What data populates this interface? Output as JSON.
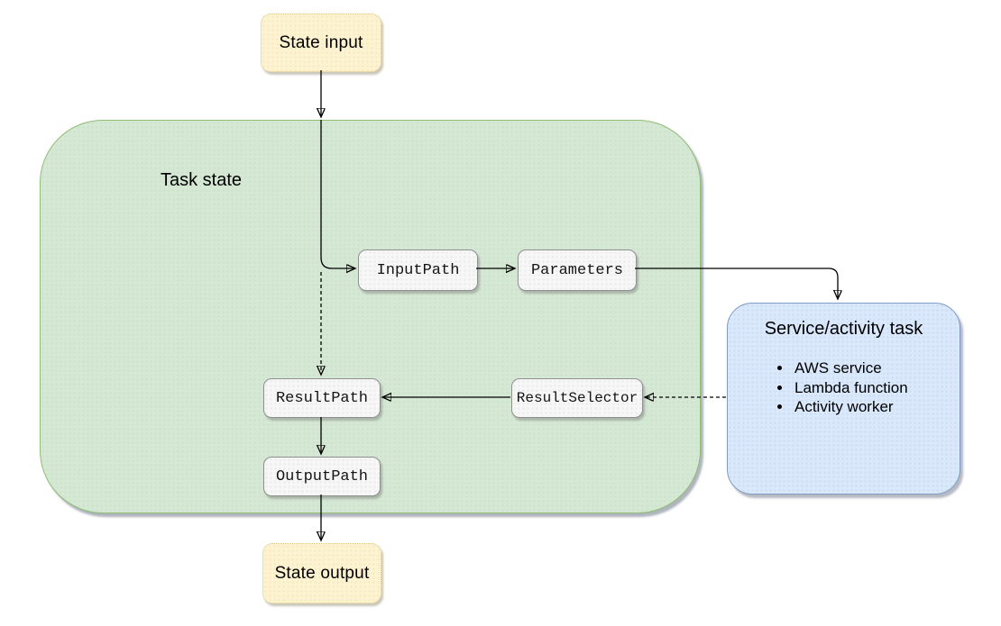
{
  "nodes": {
    "state_input": {
      "label": "State input"
    },
    "task_state": {
      "label": "Task state"
    },
    "input_path": {
      "label": "InputPath"
    },
    "parameters": {
      "label": "Parameters"
    },
    "result_path": {
      "label": "ResultPath"
    },
    "result_selector": {
      "label": "ResultSelector"
    },
    "output_path": {
      "label": "OutputPath"
    },
    "service_activity_task": {
      "title": "Service/activity task",
      "items": [
        "AWS service",
        "Lambda function",
        "Activity worker"
      ]
    },
    "state_output": {
      "label": "State output"
    }
  },
  "colors": {
    "state_io_fill": "#FDF3D1",
    "state_io_border": "#D8C48C",
    "task_state_fill": "#D5E8D4",
    "task_state_border": "#8FBE76",
    "service_task_fill": "#DAE8FC",
    "service_task_border": "#7E9CC6",
    "path_box_fill": "#F7F7F7",
    "path_box_border": "#8F8F8F",
    "connector": "#000000",
    "background": "#FFFFFF"
  }
}
